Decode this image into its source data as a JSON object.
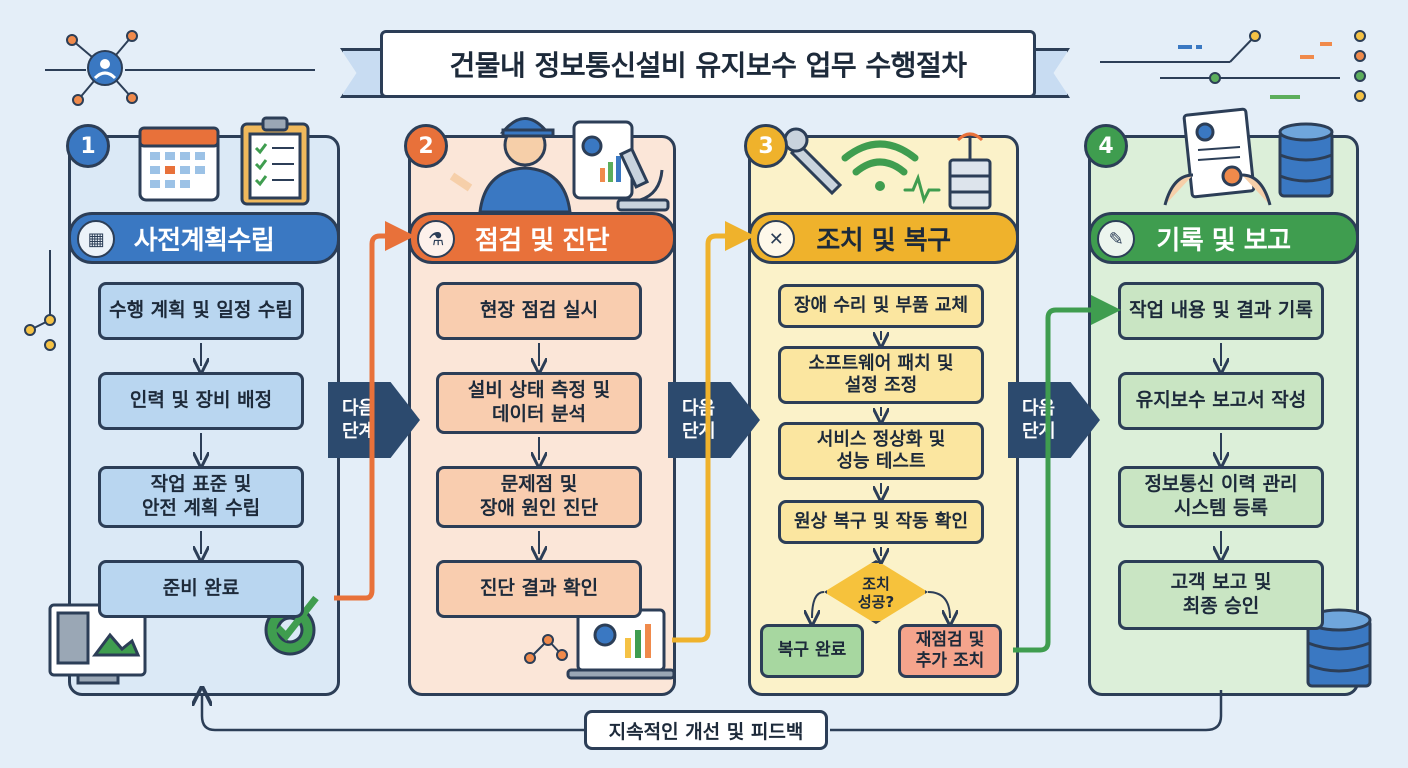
{
  "title": "건물내 정보통신설비 유지보수 업무 수행절차",
  "colors": {
    "dark": "#2c3e57",
    "blue": "#3a78c2",
    "orange": "#e8713a",
    "yellow": "#efb22c",
    "green": "#3f9d4f"
  },
  "stages": [
    {
      "number": "1",
      "title": "사전계획수립",
      "icon": "calendar-icon",
      "steps": [
        "수행 계획 및 일정 수립",
        "인력 및 장비 배정",
        "작업 표준 및\n안전 계획 수립",
        "준비 완료"
      ]
    },
    {
      "number": "2",
      "title": "점검 및 진단",
      "icon": "microscope-icon",
      "steps": [
        "현장 점검 실시",
        "설비 상태 측정 및\n데이터 분석",
        "문제점 및\n장애 원인 진단",
        "진단 결과 확인"
      ]
    },
    {
      "number": "3",
      "title": "조치 및 복구",
      "icon": "tools-icon",
      "steps": [
        "장애 수리 및 부품 교체",
        "소프트웨어 패치 및\n설정 조정",
        "서비스 정상화 및\n성능 테스트",
        "원상 복구 및 작동 확인"
      ],
      "decision": "조치\n성공?",
      "outcome_success": "복구 완료",
      "outcome_retry": "재점검 및\n추가 조치"
    },
    {
      "number": "4",
      "title": "기록 및 보고",
      "icon": "document-icon",
      "steps": [
        "작업 내용 및 결과 기록",
        "유지보수 보고서 작성",
        "정보통신 이력 관리\n시스템 등록",
        "고객 보고 및\n최종 승인"
      ]
    }
  ],
  "next_label": "다음\n단계",
  "feedback_label": "지속적인 개선 및 피드백"
}
